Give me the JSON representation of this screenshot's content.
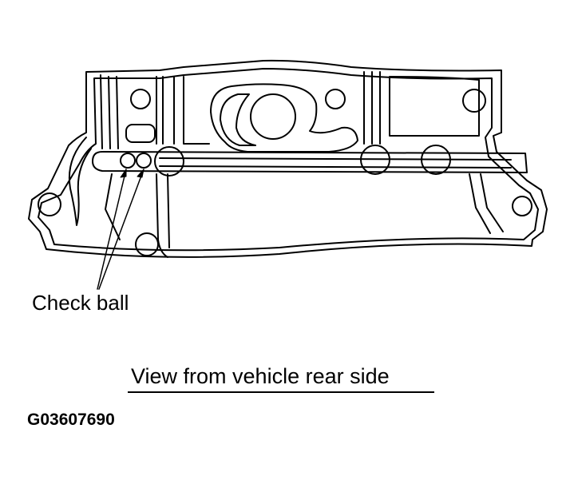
{
  "figure": {
    "callout_label": "Check ball",
    "caption": "View from vehicle rear side",
    "code": "G03607690"
  },
  "colors": {
    "stroke": "#000000",
    "background": "#ffffff"
  }
}
